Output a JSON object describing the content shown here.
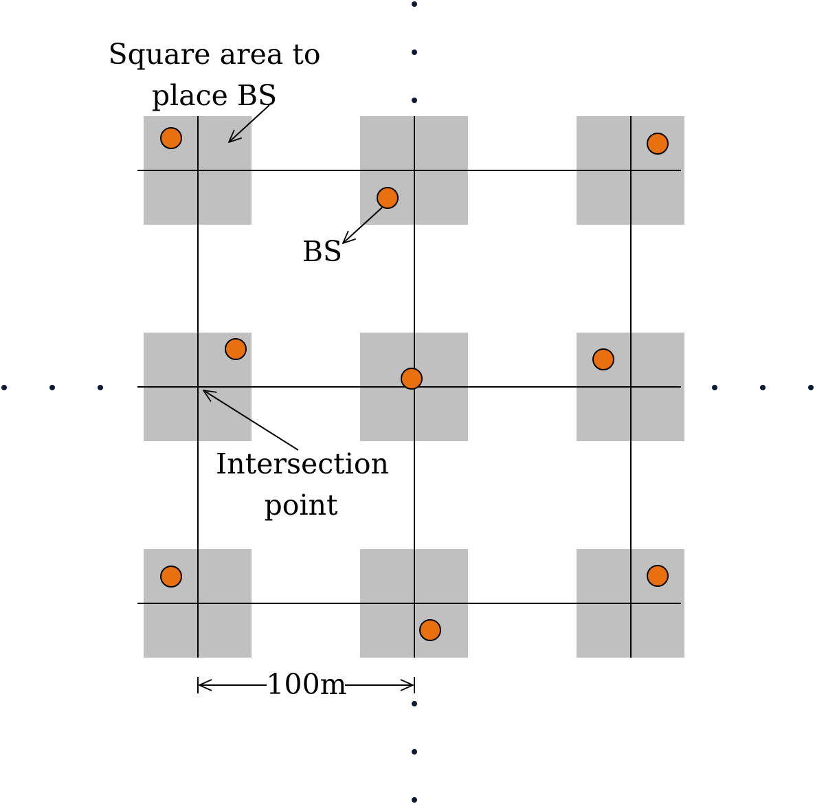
{
  "labels": {
    "square_area_line1": "Square area to",
    "square_area_line2": "place BS",
    "bs": "BS",
    "intersection_line1": "Intersection",
    "intersection_line2": "point",
    "spacing": "100m"
  },
  "colors": {
    "square_area": "#c0c0c0",
    "base_station": "#e8700f",
    "line": "#000000",
    "dot": "#0d1a33"
  }
}
